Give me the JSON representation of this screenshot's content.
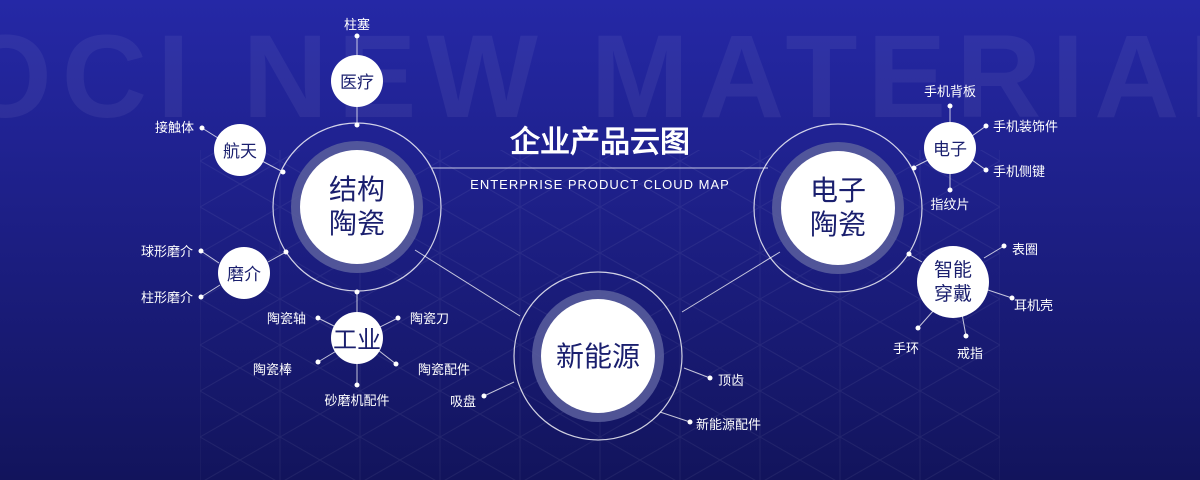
{
  "watermark": "OCI NEW MATERIAL",
  "title": "企业产品云图",
  "subtitle": "ENTERPRISE PRODUCT CLOUD MAP",
  "hubs": {
    "structural": [
      "结构",
      "陶瓷"
    ],
    "electronic": [
      "电子",
      "陶瓷"
    ],
    "new_energy": [
      "新能源"
    ]
  },
  "nodes": {
    "medical": "医疗",
    "aerospace": "航天",
    "abrasive": "磨介",
    "industrial": "工业",
    "electronics": "电子",
    "wearable": [
      "智能",
      "穿戴"
    ]
  },
  "leaves": {
    "medical_1": "柱塞",
    "aerospace_1": "接触体",
    "abrasive_1": "球形磨介",
    "abrasive_2": "柱形磨介",
    "industrial_1": "陶瓷轴",
    "industrial_2": "陶瓷刀",
    "industrial_3": "陶瓷棒",
    "industrial_4": "陶瓷配件",
    "industrial_5": "砂磨机配件",
    "electronics_1": "手机背板",
    "electronics_2": "手机装饰件",
    "electronics_3": "手机侧键",
    "electronics_4": "指纹片",
    "wearable_1": "表圈",
    "wearable_2": "耳机壳",
    "wearable_3": "手环",
    "wearable_4": "戒指",
    "new_energy_1": "吸盘",
    "new_energy_2": "顶齿",
    "new_energy_3": "新能源配件"
  }
}
